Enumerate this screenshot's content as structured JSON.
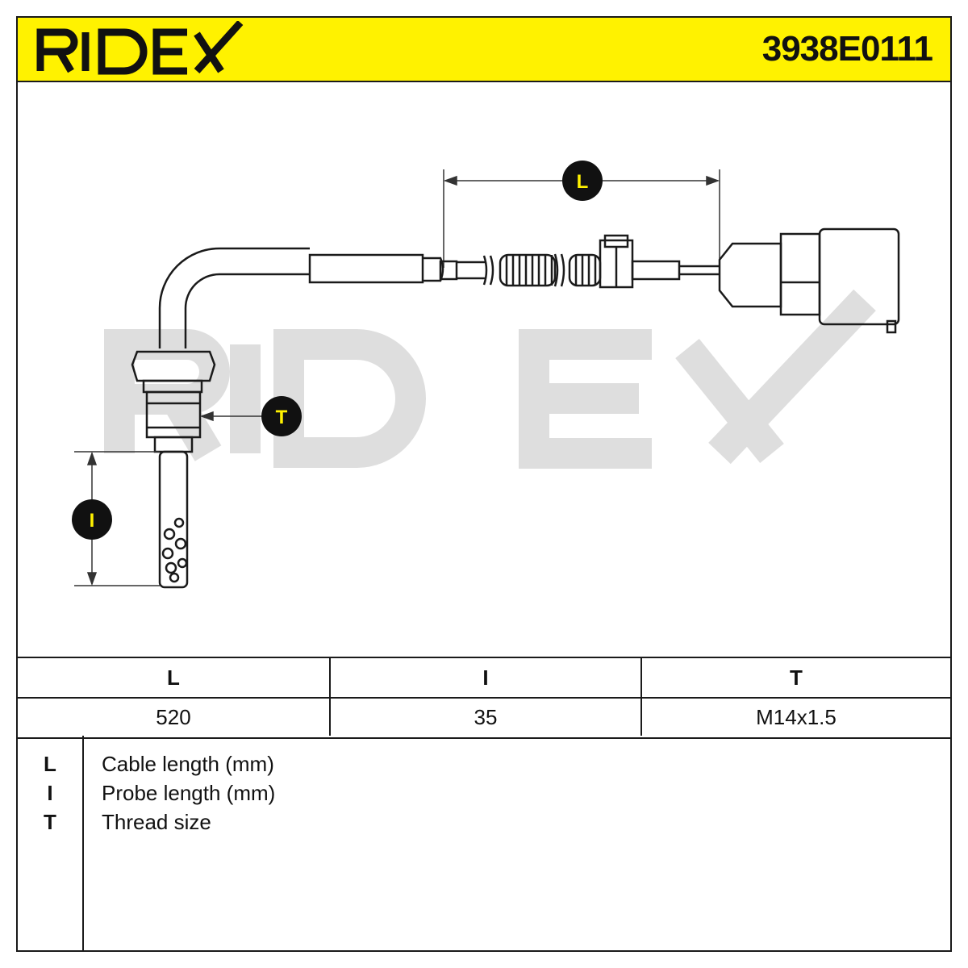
{
  "header": {
    "brand": "RIDEX",
    "part_number": "3938E0111",
    "accent_color": "#fff200"
  },
  "drawing": {
    "watermark": "RIDEX",
    "callouts": {
      "L": "L",
      "I": "I",
      "T": "T"
    }
  },
  "spec_table": {
    "headers": [
      "L",
      "I",
      "T"
    ],
    "values": [
      "520",
      "35",
      "M14x1.5"
    ]
  },
  "legend": [
    {
      "key": "L",
      "text": "Cable length (mm)"
    },
    {
      "key": "I",
      "text": "Probe length (mm)"
    },
    {
      "key": "T",
      "text": "Thread size"
    }
  ]
}
